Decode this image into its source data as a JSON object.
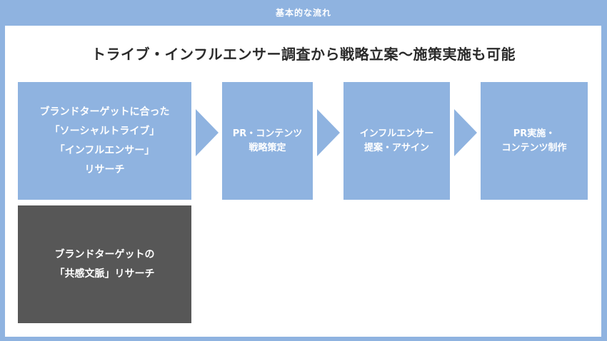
{
  "header": {
    "title": "基本的な流れ"
  },
  "main": {
    "heading": "トライブ・インフルエンサー調査から戦略立案〜施策実施も可能"
  },
  "steps": [
    {
      "lines": [
        "ブランドターゲットに合った",
        "「ソーシャルトライブ」",
        "「インフルエンサー」",
        "リサーチ"
      ]
    },
    {
      "lines": [
        "PR・コンテンツ",
        "戦略策定"
      ]
    },
    {
      "lines": [
        "インフルエンサー",
        "提案・アサイン"
      ]
    },
    {
      "lines": [
        "PR実施・",
        "コンテンツ制作"
      ]
    }
  ],
  "secondary_step": {
    "lines": [
      "ブランドターゲットの",
      "「共感文脈」リサーチ"
    ]
  },
  "colors": {
    "accent": "#8fb3e0",
    "dark_box": "#575757",
    "panel": "#ffffff",
    "heading_text": "#2a2a2a"
  }
}
